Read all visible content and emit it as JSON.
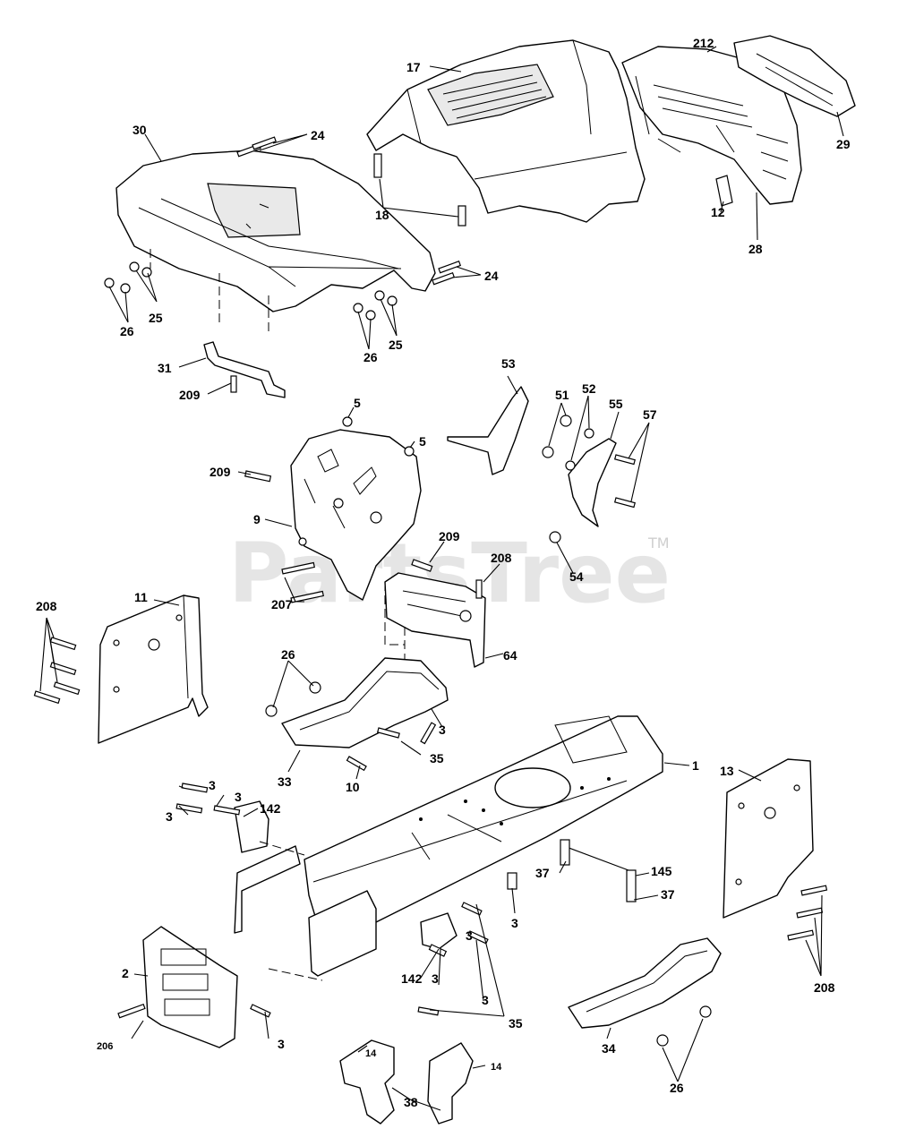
{
  "watermark": {
    "text": "PartsTree",
    "tm": "TM"
  },
  "callouts": {
    "c1": "1",
    "c2": "2",
    "c3a": "3",
    "c3b": "3",
    "c3c": "3",
    "c3d": "3",
    "c3e": "3",
    "c3f": "3",
    "c3g": "3",
    "c3h": "3",
    "c5a": "5",
    "c5b": "5",
    "c9": "9",
    "c10": "10",
    "c11": "11",
    "c12": "12",
    "c13": "13",
    "c14a": "14",
    "c14b": "14",
    "c17": "17",
    "c18": "18",
    "c24a": "24",
    "c24b": "24",
    "c25a": "25",
    "c25b": "25",
    "c26a": "26",
    "c26b": "26",
    "c26c": "26",
    "c26d": "26",
    "c28": "28",
    "c29": "29",
    "c30": "30",
    "c31": "31",
    "c33": "33",
    "c34": "34",
    "c35a": "35",
    "c35b": "35",
    "c37a": "37",
    "c37b": "37",
    "c38": "38",
    "c51": "51",
    "c52": "52",
    "c53": "53",
    "c54": "54",
    "c55": "55",
    "c57": "57",
    "c64": "64",
    "c142a": "142",
    "c142b": "142",
    "c145": "145",
    "c206": "206",
    "c207": "207",
    "c208a": "208",
    "c208b": "208",
    "c208c": "208",
    "c209a": "209",
    "c209b": "209",
    "c209c": "209",
    "c212": "212"
  }
}
